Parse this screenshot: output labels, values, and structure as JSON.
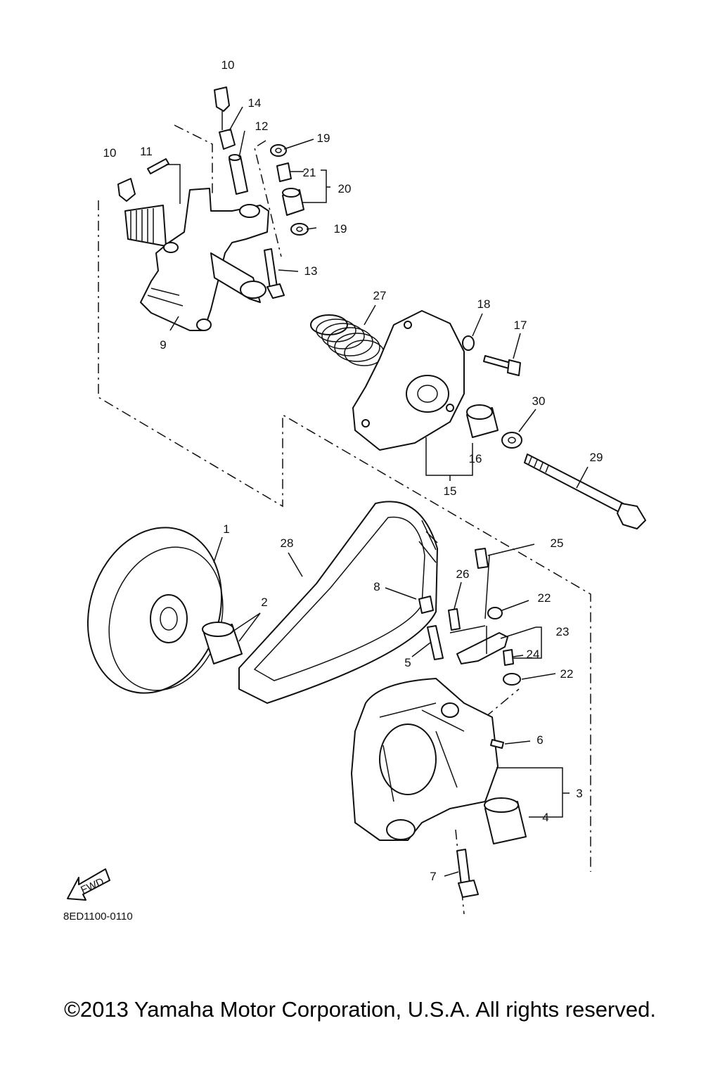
{
  "diagram": {
    "callouts": {
      "c1": "1",
      "c2": "2",
      "c3": "3",
      "c4": "4",
      "c5": "5",
      "c6": "6",
      "c7": "7",
      "c8": "8",
      "c9": "9",
      "c10a": "10",
      "c10b": "10",
      "c11": "11",
      "c12": "12",
      "c13": "13",
      "c14": "14",
      "c15": "15",
      "c16": "16",
      "c17": "17",
      "c18": "18",
      "c19a": "19",
      "c19b": "19",
      "c20": "20",
      "c21": "21",
      "c22a": "22",
      "c22b": "22",
      "c23": "23",
      "c24": "24",
      "c25": "25",
      "c26": "26",
      "c27": "27",
      "c28": "28",
      "c29": "29",
      "c30": "30"
    },
    "fwd_label": "FWD",
    "figure_code": "8ED1100-0110"
  },
  "footer": {
    "copyright": "©2013 Yamaha Motor Corporation, U.S.A. All rights reserved."
  }
}
